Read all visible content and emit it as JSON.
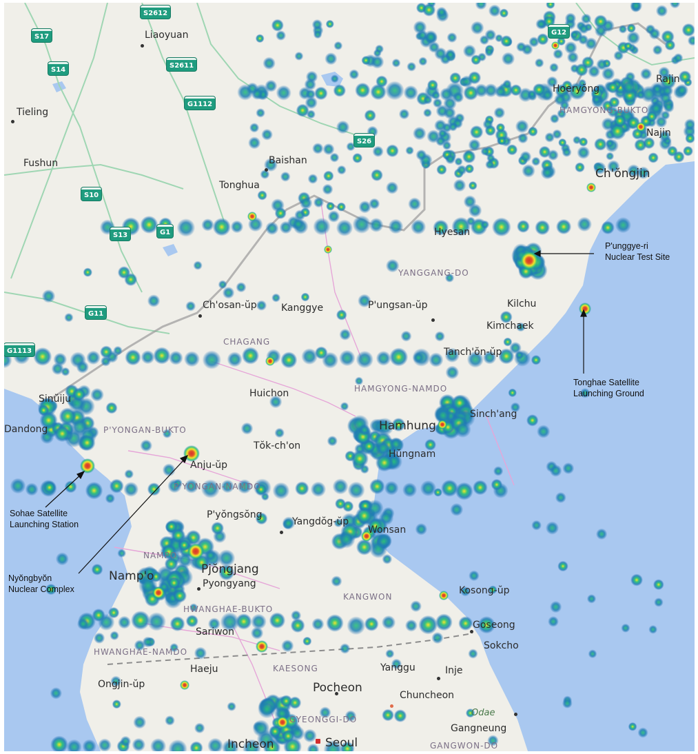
{
  "map": {
    "annotations": {
      "punggye": [
        "P'unggye-ri",
        "Nuclear Test Site"
      ],
      "tonghae": [
        "Tonghae Satellite",
        "Launching Ground"
      ],
      "sohae": [
        "Sohae Satellite",
        "Launching Station"
      ],
      "nyongbyon": [
        "Nyŏngbyŏn",
        "Nuclear Complex"
      ]
    },
    "cities": {
      "liaoyuan": "Liaoyuan",
      "tieling": "Tieling",
      "fushun": "Fushun",
      "baishan": "Baishan",
      "tonghua": "Tonghua",
      "hyesan": "Hyesan",
      "chongjin": "Ch'ŏngjin",
      "najin": "Najin",
      "rajin": "Rajin",
      "hoeryong": "Hoeryŏng",
      "chosan": "Ch'osan-ŭp",
      "kanggye": "Kanggye",
      "pungsan": "P'ungsan-ŭp",
      "kilchu": "Kilchu",
      "kimchaek": "Kimchaek",
      "tanchon": "Tanch'ŏn-ŭp",
      "sinuiju": "Sinŭiju",
      "dandong": "Dandong",
      "huichon": "Huichon",
      "sinchang": "Sinch'ang",
      "hamhung": "Hamhung",
      "hungnam": "Hŭngnam",
      "tokchon": "Tŏk-ch'on",
      "anju": "Anju-ŭp",
      "yongsong": "P'yŏngsŏng",
      "yangdok": "Yangdŏg-ŭp",
      "wonsan": "Wonsan",
      "nampo": "Namp'o",
      "pyongjang": "Pjŏngjang",
      "pyongyang": "Pyongyang",
      "kosong": "Kosong-ŭp",
      "sariwon": "Sariwon",
      "goseong": "Goseong",
      "sokcho": "Sokcho",
      "haeju": "Haeju",
      "yanggu": "Yanggu",
      "inje": "Inje",
      "ongjin": "Ongjin-ŭp",
      "pocheon": "Pocheon",
      "chuncheon": "Chuncheon",
      "gangneung": "Gangneung",
      "incheon": "Incheon",
      "seoul": "Seoul"
    },
    "regions": {
      "hamgyong_bukto": "HAMGYONG-BUKTO",
      "yanggang": "YANGGANG-DO",
      "chagang": "CHAGANG",
      "hamgyong_namdo": "HAMGYONG-NAMDO",
      "pyongan_bukto": "P'YONGAN-BUKTO",
      "pyongan_namdo": "P'YONGAN-NAMDO",
      "nampo_region": "NAMPO",
      "kangwon": "KANGWON",
      "hwanghae_bukto": "HWANGHAE-BUKTO",
      "hwanghae_namdo": "HWANGHAE-NAMDO",
      "kaesong": "KAESONG",
      "gyeonggi": "GYEONGGI-DO",
      "gangwon": "GANGWON-DO"
    },
    "water": {
      "odae": "Odae"
    },
    "shields": [
      "S2612",
      "S17",
      "S14",
      "S2611",
      "G1112",
      "S26",
      "S10",
      "S13",
      "G1",
      "G11",
      "G1113",
      "G12"
    ],
    "colors": {
      "sea": "#a9c8f0",
      "land": "#f0efe9",
      "heat_low": "#1f6fb4",
      "heat_mid": "#2bbf7a",
      "heat_high": "#f2e62a",
      "heat_peak": "#d9342b",
      "road": "#9fd6b3",
      "border": "#9a9a9a",
      "province": "#e6a6d8"
    }
  }
}
